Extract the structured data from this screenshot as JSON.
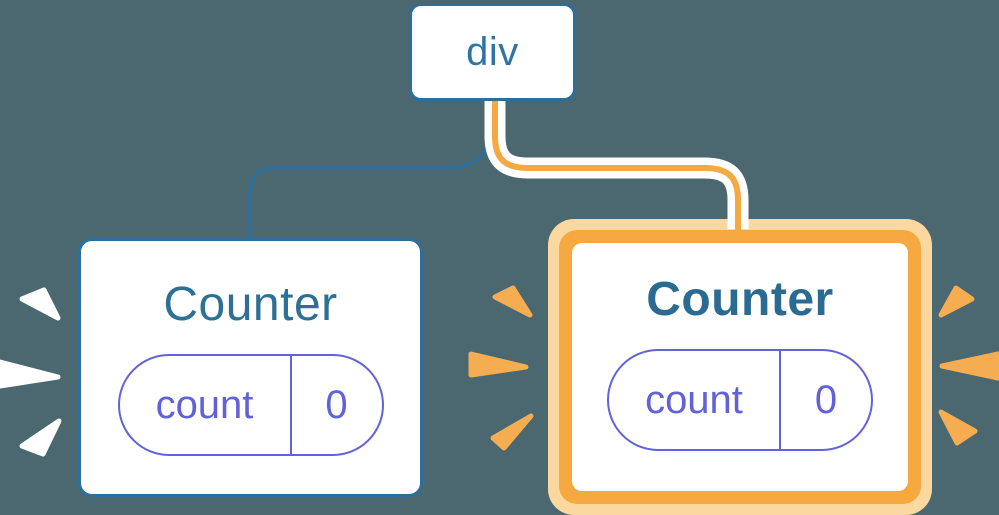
{
  "colors": {
    "background": "#4B6770",
    "stroke_blue": "#2D6F9A",
    "text_blue": "#2F74A2",
    "title_blue": "#2D7096",
    "title_blue_bold": "#2B6B92",
    "purple": "#6262DB",
    "purple_text": "#6161D8",
    "orange": "#F5A940",
    "light_orange": "#FBD8A0",
    "spark_orange": "#F6AD52",
    "white": "#FFFFFF"
  },
  "root_box": {
    "label": "div"
  },
  "left_counter": {
    "title": "Counter",
    "state_pill": {
      "key": "count",
      "value": "0"
    }
  },
  "right_counter": {
    "title": "Counter",
    "highlighted": true,
    "state_pill": {
      "key": "count",
      "value": "0"
    }
  }
}
